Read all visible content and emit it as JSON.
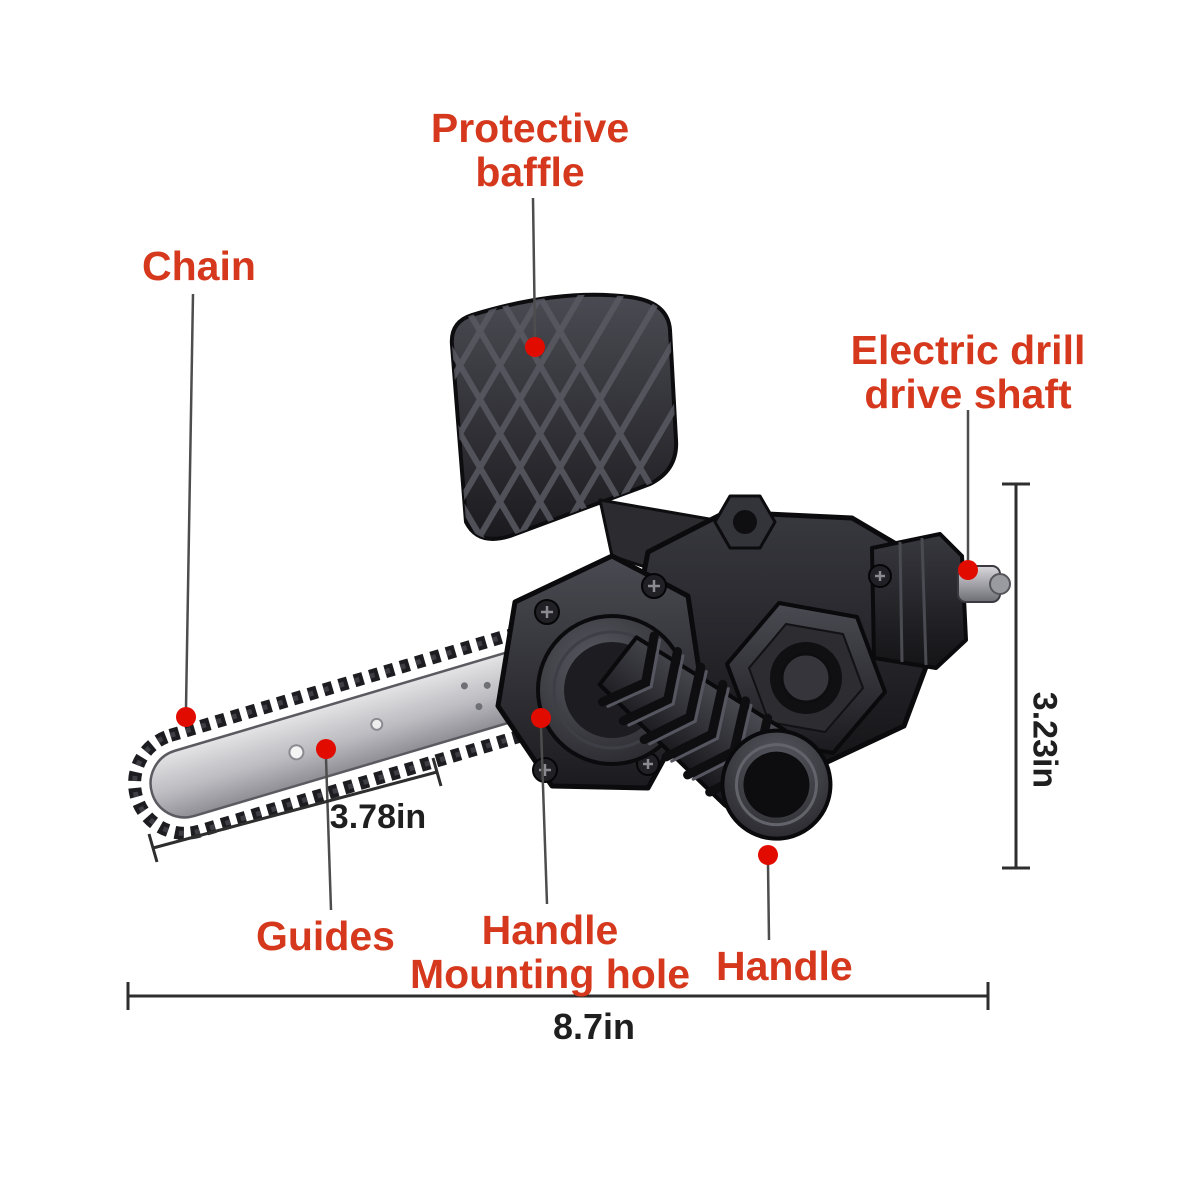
{
  "colors": {
    "label_text": "#d5381c",
    "marker_dot": "#e10b00",
    "leader_line": "#4d4d4d",
    "dimension_text": "#1f1f1f",
    "dimension_line": "#2e2e2e"
  },
  "labels": {
    "protective_baffle": {
      "line1": "Protective",
      "line2": "baffle"
    },
    "chain": {
      "text": "Chain"
    },
    "electric_drill_drive_shaft": {
      "line1": "Electric drill",
      "line2": "drive shaft"
    },
    "guides": {
      "text": "Guides"
    },
    "handle_mounting_hole": {
      "line1": "Handle",
      "line2": "Mounting hole"
    },
    "handle": {
      "text": "Handle"
    }
  },
  "dimensions": {
    "guide_bar_length": "3.78in",
    "body_height": "3.23in",
    "overall_length": "8.7in"
  }
}
